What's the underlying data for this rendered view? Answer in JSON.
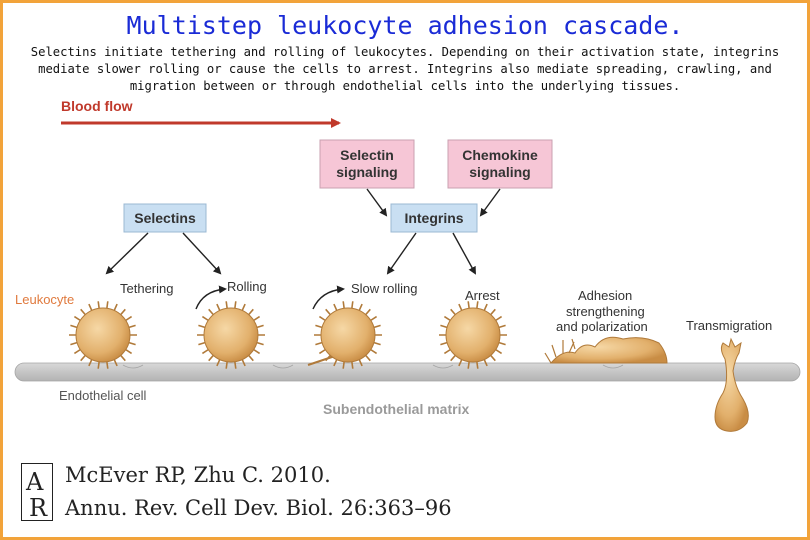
{
  "title": "Multistep leukocyte adhesion cascade.",
  "subtitle": "Selectins initiate tethering and rolling of leukocytes. Depending on their activation state, integrins mediate slower rolling or cause the cells to arrest. Integrins also mediate spreading, crawling, and migration between or through endothelial cells into the underlying tissues.",
  "diagram": {
    "blood_flow": "Blood flow",
    "boxes": {
      "selectin_signaling": [
        "Selectin",
        "signaling"
      ],
      "chemokine_signaling": [
        "Chemokine",
        "signaling"
      ],
      "selectins": "Selectins",
      "integrins": "Integrins"
    },
    "steps": {
      "tethering": "Tethering",
      "rolling": "Rolling",
      "slow_rolling": "Slow rolling",
      "arrest": "Arrest",
      "adhesion": [
        "Adhesion",
        "strengthening",
        "and polarization"
      ],
      "transmigration": "Transmigration"
    },
    "leukocyte": "Leukocyte",
    "endothelial_cell": "Endothelial cell",
    "subendothelial_matrix": "Subendothelial matrix",
    "colors": {
      "title": "#1a2bd6",
      "accent_red": "#c0392b",
      "leukocyte_label": "#e07a3e",
      "blue_box": "#c9dff2",
      "pink_box": "#f6c6d6",
      "cell_fill": "#e6b876",
      "endothelium": "#c9c9c9",
      "border": "#f2a33a"
    }
  },
  "citation": {
    "logo": "AR",
    "line1": "McEver RP, Zhu C. 2010.",
    "line2": "Annu. Rev. Cell Dev. Biol. 26:363–96"
  }
}
